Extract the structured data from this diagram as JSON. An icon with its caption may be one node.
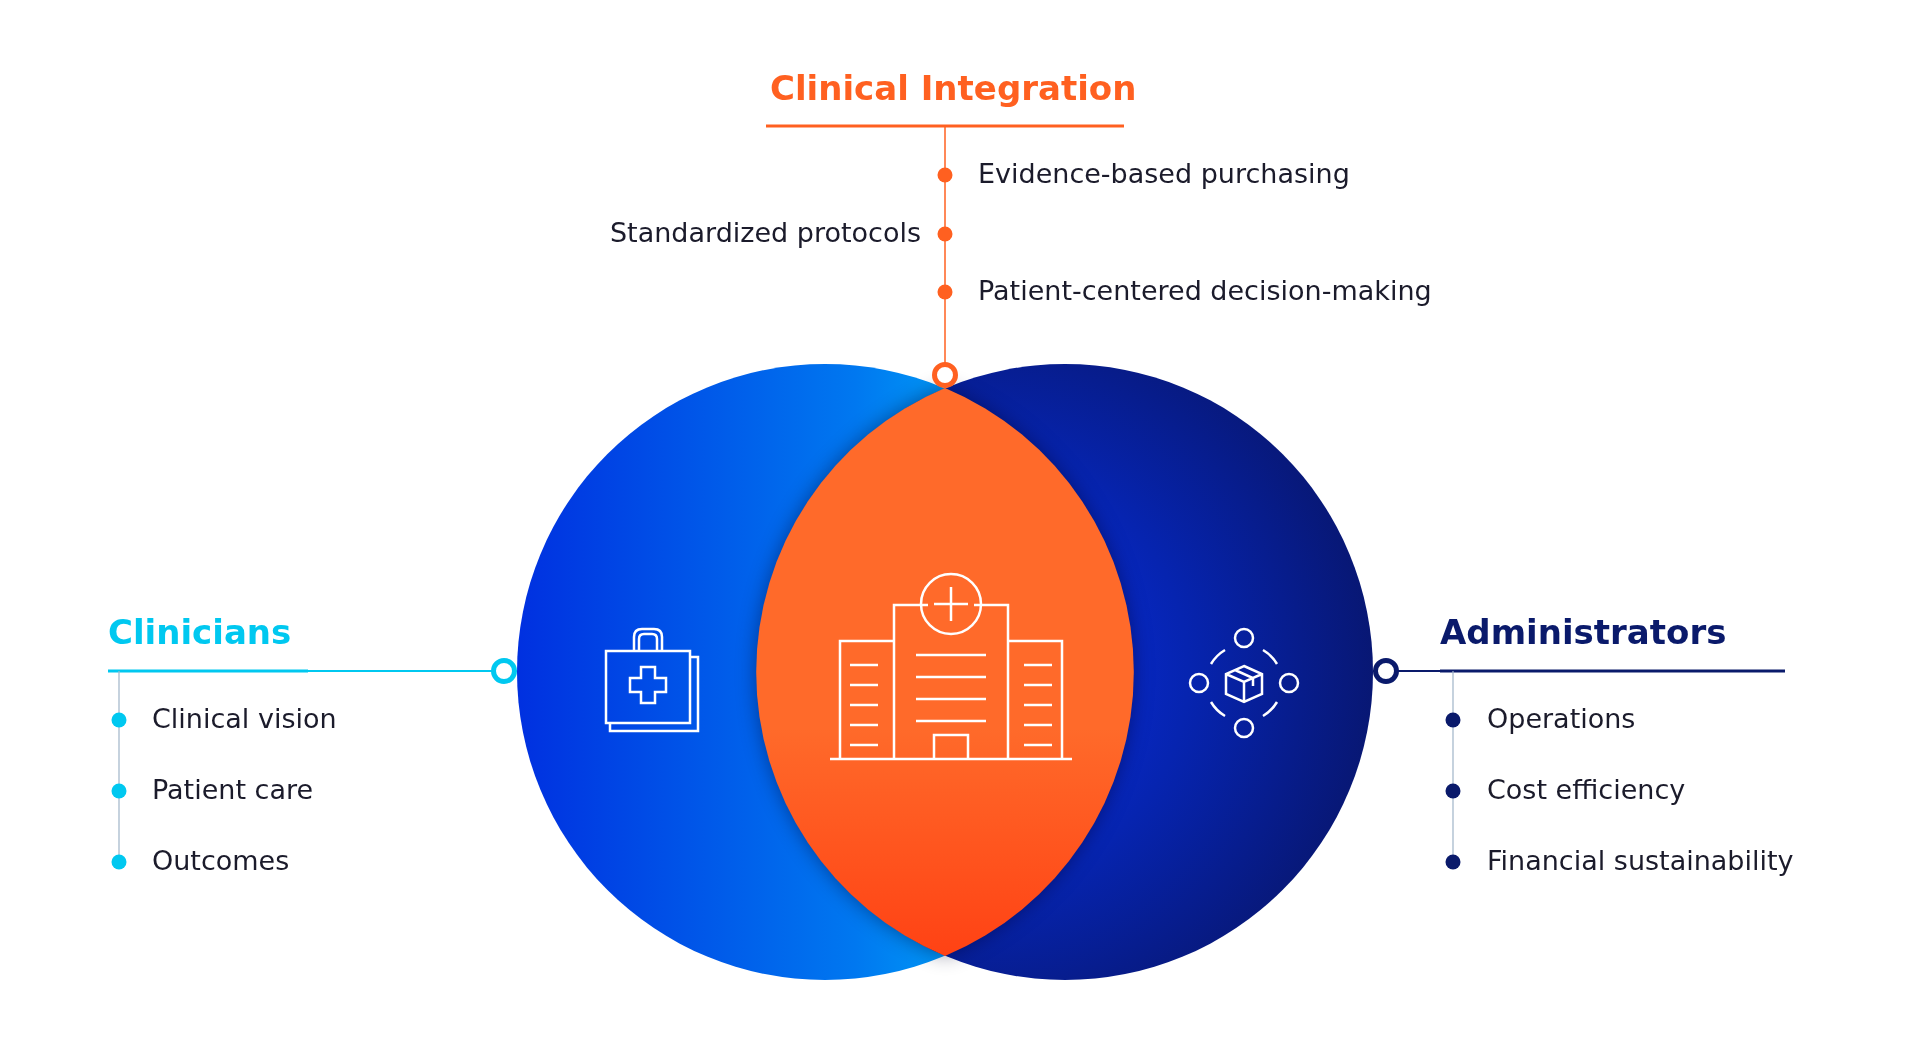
{
  "diagram": {
    "nodes": [
      {
        "text": [
          "Clinical Integration"
        ]
      },
      {
        "text": [
          "Clinicians"
        ]
      },
      {
        "text": [],
        "shape": "circle"
      },
      {
        "text": [],
        "shape": "lens"
      },
      {
        "text": [],
        "shape": "circle"
      },
      {
        "text": [
          "Administrators"
        ]
      }
    ],
    "edges": [
      {
        "from": 0,
        "to": 3,
        "arrow": "other",
        "color": "#ff6020"
      },
      {
        "from": 1,
        "to": 2,
        "arrow": "other",
        "color": "#00c8f0"
      },
      {
        "from": 5,
        "to": 4,
        "arrow": "other",
        "color": "#0a1a6b"
      }
    ],
    "labels": [
      "Evidence-based purchasing",
      "Standardized protocols",
      "Patient-centered decision-making",
      "Clinical vision",
      "Patient care",
      "Outcomes",
      "Operations",
      "Cost efficiency",
      "Financial sustainability"
    ]
  }
}
